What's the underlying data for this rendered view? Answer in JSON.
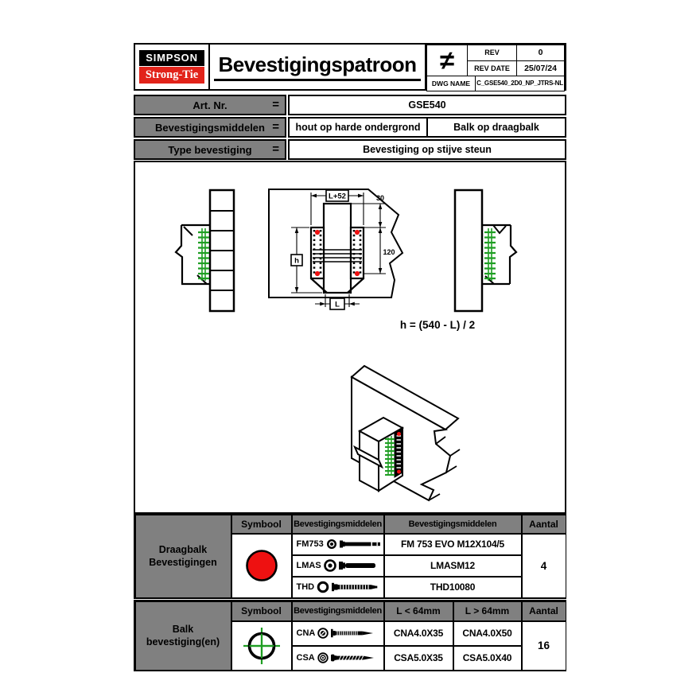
{
  "title_block": {
    "brand_top": "SIMPSON",
    "brand_bottom": "Strong-Tie",
    "title": "Bevestigingspatroon",
    "not_equal_symbol": "≠",
    "rev_label": "REV",
    "rev_value": "0",
    "rev_date_label": "REV DATE",
    "rev_date_value": "25/07/24",
    "dwg_name_label": "DWG NAME",
    "dwg_name_value": "C_GSE540_2D0_NP_JTRS-NL"
  },
  "spec_rows": [
    {
      "label": "Art. Nr.",
      "eq": "=",
      "values": [
        "GSE540"
      ]
    },
    {
      "label": "Bevestigingsmiddelen",
      "eq": "=",
      "values": [
        "hout op harde ondergrond",
        "Balk op draagbalk"
      ]
    },
    {
      "label": "Type bevestiging",
      "eq": "=",
      "values": [
        "Bevestiging op stijve steun"
      ]
    }
  ],
  "drawing": {
    "formula": "h = (540 - L) / 2",
    "dim_width_top": "L+52",
    "dim_height": "h",
    "dim_width_bottom": "L",
    "dim_top_offset": "30",
    "dim_hole_spacing": "120"
  },
  "draagbalk_table": {
    "row_label_line1": "Draagbalk",
    "row_label_line2": "Bevestigingen",
    "col_symbol": "Symbool",
    "col_fasteners": "Bevestigingsmiddelen",
    "col_product": "Bevestigingsmiddelen",
    "col_qty": "Aantal",
    "symbol_icon": "red-circle-icon",
    "rows": [
      {
        "code": "FM753",
        "product": "FM 753 EVO M12X104/5"
      },
      {
        "code": "LMAS",
        "product": "LMASM12"
      },
      {
        "code": "THD",
        "product": "THD10080"
      }
    ],
    "qty": "4"
  },
  "balk_table": {
    "row_label_line1": "Balk",
    "row_label_line2": "bevestiging(en)",
    "col_symbol": "Symbool",
    "col_fasteners": "Bevestigingsmiddelen",
    "col_l_small": "L < 64mm",
    "col_l_large": "L > 64mm",
    "col_qty": "Aantal",
    "symbol_icon": "crosshair-icon",
    "rows": [
      {
        "code": "CNA",
        "l_small": "CNA4.0X35",
        "l_large": "CNA4.0X50"
      },
      {
        "code": "CSA",
        "l_small": "CSA5.0X35",
        "l_large": "CSA5.0X40"
      }
    ],
    "qty": "16"
  },
  "colors": {
    "brand_red": "#e2231a",
    "symbol_red": "#ee1111",
    "fastener_green": "#1f9e23",
    "header_gray": "#808080"
  }
}
